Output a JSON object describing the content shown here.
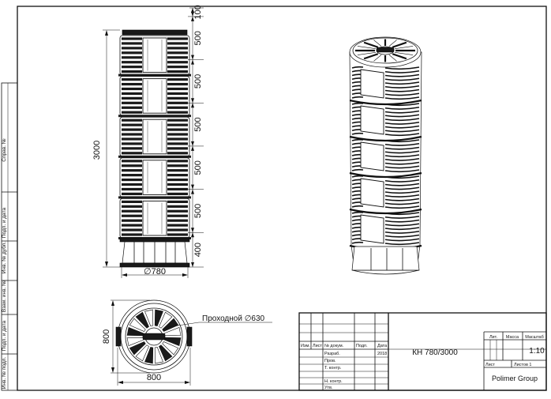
{
  "side_strip": {
    "labels": [
      "Справ. №",
      "Подп. и дата",
      "Инв. № дубл.",
      "Взам. инв. №",
      "Подп. и дата",
      "Инв. № подл."
    ]
  },
  "front_view": {
    "height_total": "3000",
    "dims_right": [
      "100",
      "500",
      "500",
      "500",
      "500",
      "500",
      "400"
    ],
    "base_diameter": "∅780"
  },
  "top_view": {
    "width": "800",
    "height": "800",
    "passage_label": "Проходной ∅630"
  },
  "title_block": {
    "headers": [
      "Изм.",
      "Лист",
      "№ докум.",
      "Подп.",
      "Дата"
    ],
    "rows": [
      "Разраб.",
      "Пров.",
      "Т. контр.",
      "",
      "Н. контр.",
      "Утв."
    ],
    "year": "2018",
    "designation": "КН 780/3000",
    "col_lit": "Лит.",
    "col_mass": "Масса",
    "col_scale": "Масштаб",
    "scale": "1:10",
    "sheet_label": "Лист",
    "sheets_label": "Листов 1",
    "company": "Polimer Group"
  }
}
